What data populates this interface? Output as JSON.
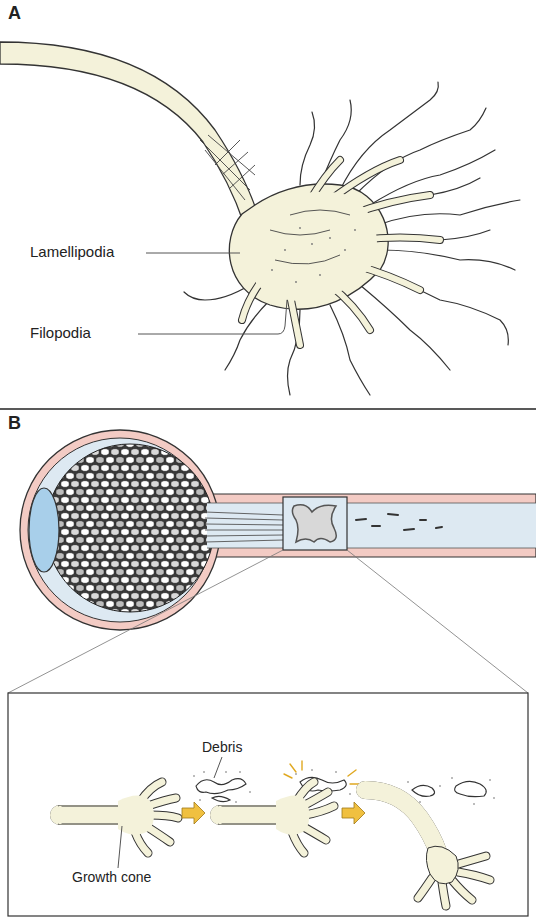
{
  "diagram": {
    "labels": [
      "A",
      "B",
      "Lamellipodia",
      "Filopodia",
      "Debris",
      "Growth cone"
    ]
  }
}
